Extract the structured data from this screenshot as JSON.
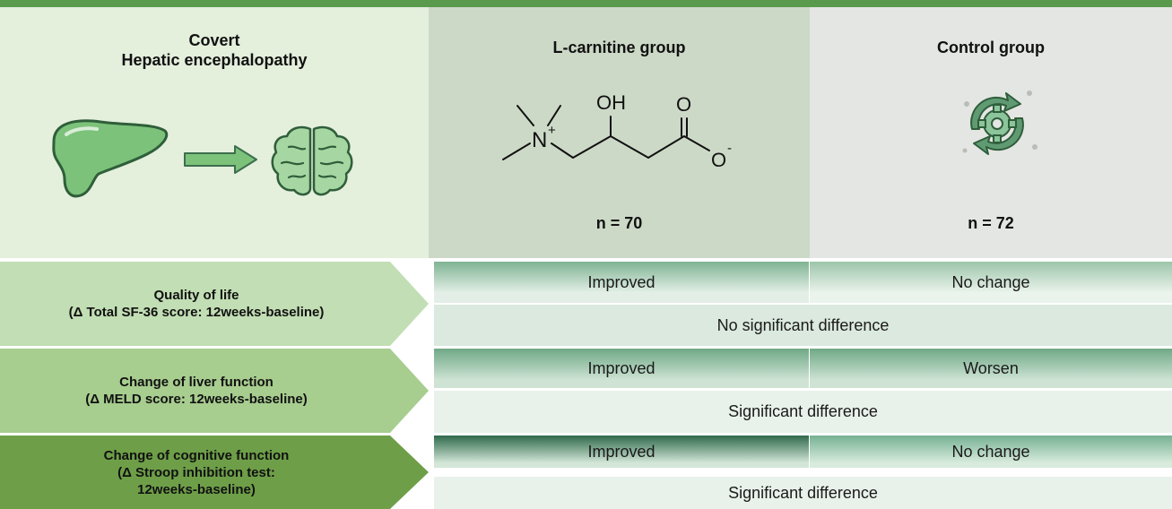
{
  "header": {
    "condition_line1": "Covert",
    "condition_line2": "Hepatic encephalopathy",
    "group_lc": "L-carnitine group",
    "group_ctrl": "Control group",
    "n_lc": "n = 70",
    "n_ctrl": "n = 72"
  },
  "molecule": {
    "oh": "OH",
    "o_top": "O",
    "n_plus": "N",
    "plus": "+",
    "o_minus": "O",
    "minus": "-"
  },
  "outcomes": [
    {
      "label_line1": "Quality of life",
      "label_line2": "(Δ Total SF-36 score: 12weeks-baseline)",
      "label_line3": "",
      "lc_result": "Improved",
      "ctrl_result": "No change",
      "comparison": "No significant difference"
    },
    {
      "label_line1": "Change of liver function",
      "label_line2": "(Δ MELD score: 12weeks-baseline)",
      "label_line3": "",
      "lc_result": "Improved",
      "ctrl_result": "Worsen",
      "comparison": "Significant difference"
    },
    {
      "label_line1": "Change of cognitive function",
      "label_line2": "(Δ Stroop inhibition test:",
      "label_line3": "12weeks-baseline)",
      "lc_result": "Improved",
      "ctrl_result": "No change",
      "comparison": "Significant difference"
    }
  ],
  "colors": {
    "accent_green": "#5a9a4c",
    "liver_green": "#7cc27a",
    "icon_dark": "#3c6e4e"
  }
}
